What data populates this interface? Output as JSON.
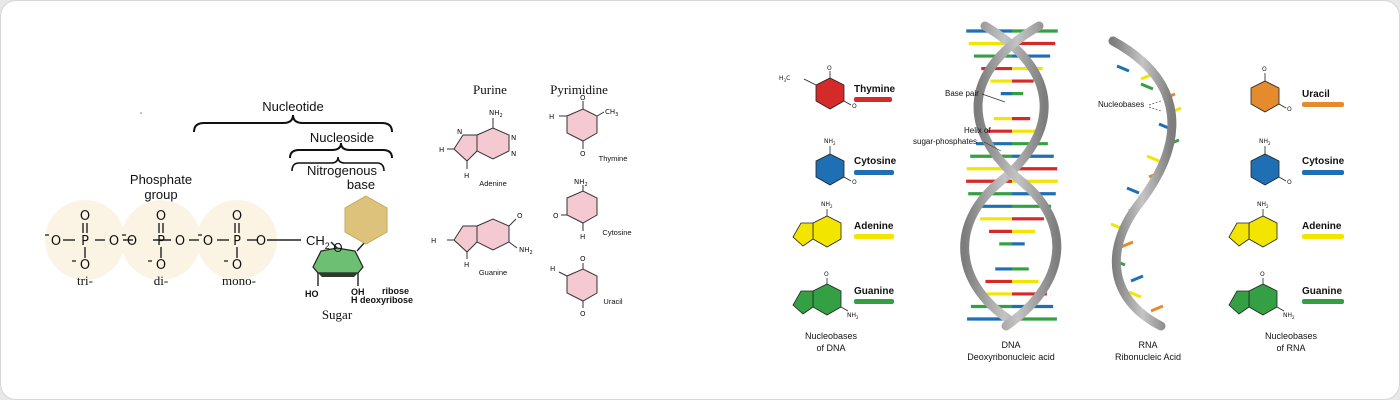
{
  "nucleotide_panel": {
    "nucleotide": "Nucleotide",
    "nucleoside": "Nucleoside",
    "nitrogenous_line1": "Nitrogenous",
    "nitrogenous_line2": "base",
    "phosphate_line1": "Phosphate",
    "phosphate_line2": "group",
    "tri": "tri-",
    "di": "di-",
    "mono": "mono-",
    "sugar": "Sugar",
    "ch2": "CH",
    "ch2_sub": "2",
    "oh_left": "HO",
    "oh_right": "OH",
    "ribose": "ribose",
    "deoxyribose": "H deoxyribose",
    "atom_o": "O",
    "atom_p": "P",
    "colors": {
      "phosphate_bg": "#fbf4e4",
      "sugar_ring": "#6dbf73",
      "base_hex": "#dcc27a"
    }
  },
  "bases_panel": {
    "purine": "Purine",
    "pyrimidine": "Pyrimidine",
    "adenine": "Adenine",
    "guanine": "Guanine",
    "thymine": "Thymine",
    "cytosine": "Cytosine",
    "uracil": "Uracil",
    "nh2": "NH",
    "sub2": "2",
    "ch3": "CH",
    "sub3": "3",
    "h": "H",
    "n": "N",
    "o": "O",
    "ring_color": "#f5c9d2"
  },
  "dna_rna_panel": {
    "dna_bases": [
      {
        "name": "Thymine",
        "color": "#d42a2a"
      },
      {
        "name": "Cytosine",
        "color": "#1f6fb4"
      },
      {
        "name": "Adenine",
        "color": "#f2e600"
      },
      {
        "name": "Guanine",
        "color": "#35a043"
      }
    ],
    "rna_bases": [
      {
        "name": "Uracil",
        "color": "#e68a2e"
      },
      {
        "name": "Cytosine",
        "color": "#1f6fb4"
      },
      {
        "name": "Adenine",
        "color": "#f2e600"
      },
      {
        "name": "Guanine",
        "color": "#35a043"
      }
    ],
    "dna_caption_line1": "Nucleobases",
    "dna_caption_line2": "of DNA",
    "rna_caption_line1": "Nucleobases",
    "rna_caption_line2": "of RNA",
    "dna_label_line1": "DNA",
    "dna_label_line2": "Deoxyribonucleic acid",
    "rna_label_line1": "RNA",
    "rna_label_line2": "Ribonucleic Acid",
    "base_pair": "Base pair",
    "helix_line1": "Helix of",
    "helix_line2": "sugar-phosphates",
    "nucleobases_callout": "Nucleobases",
    "h3c": "H",
    "h3c_sub": "3",
    "h3c_c": "C",
    "backbone_color": "#9a9a9a"
  }
}
